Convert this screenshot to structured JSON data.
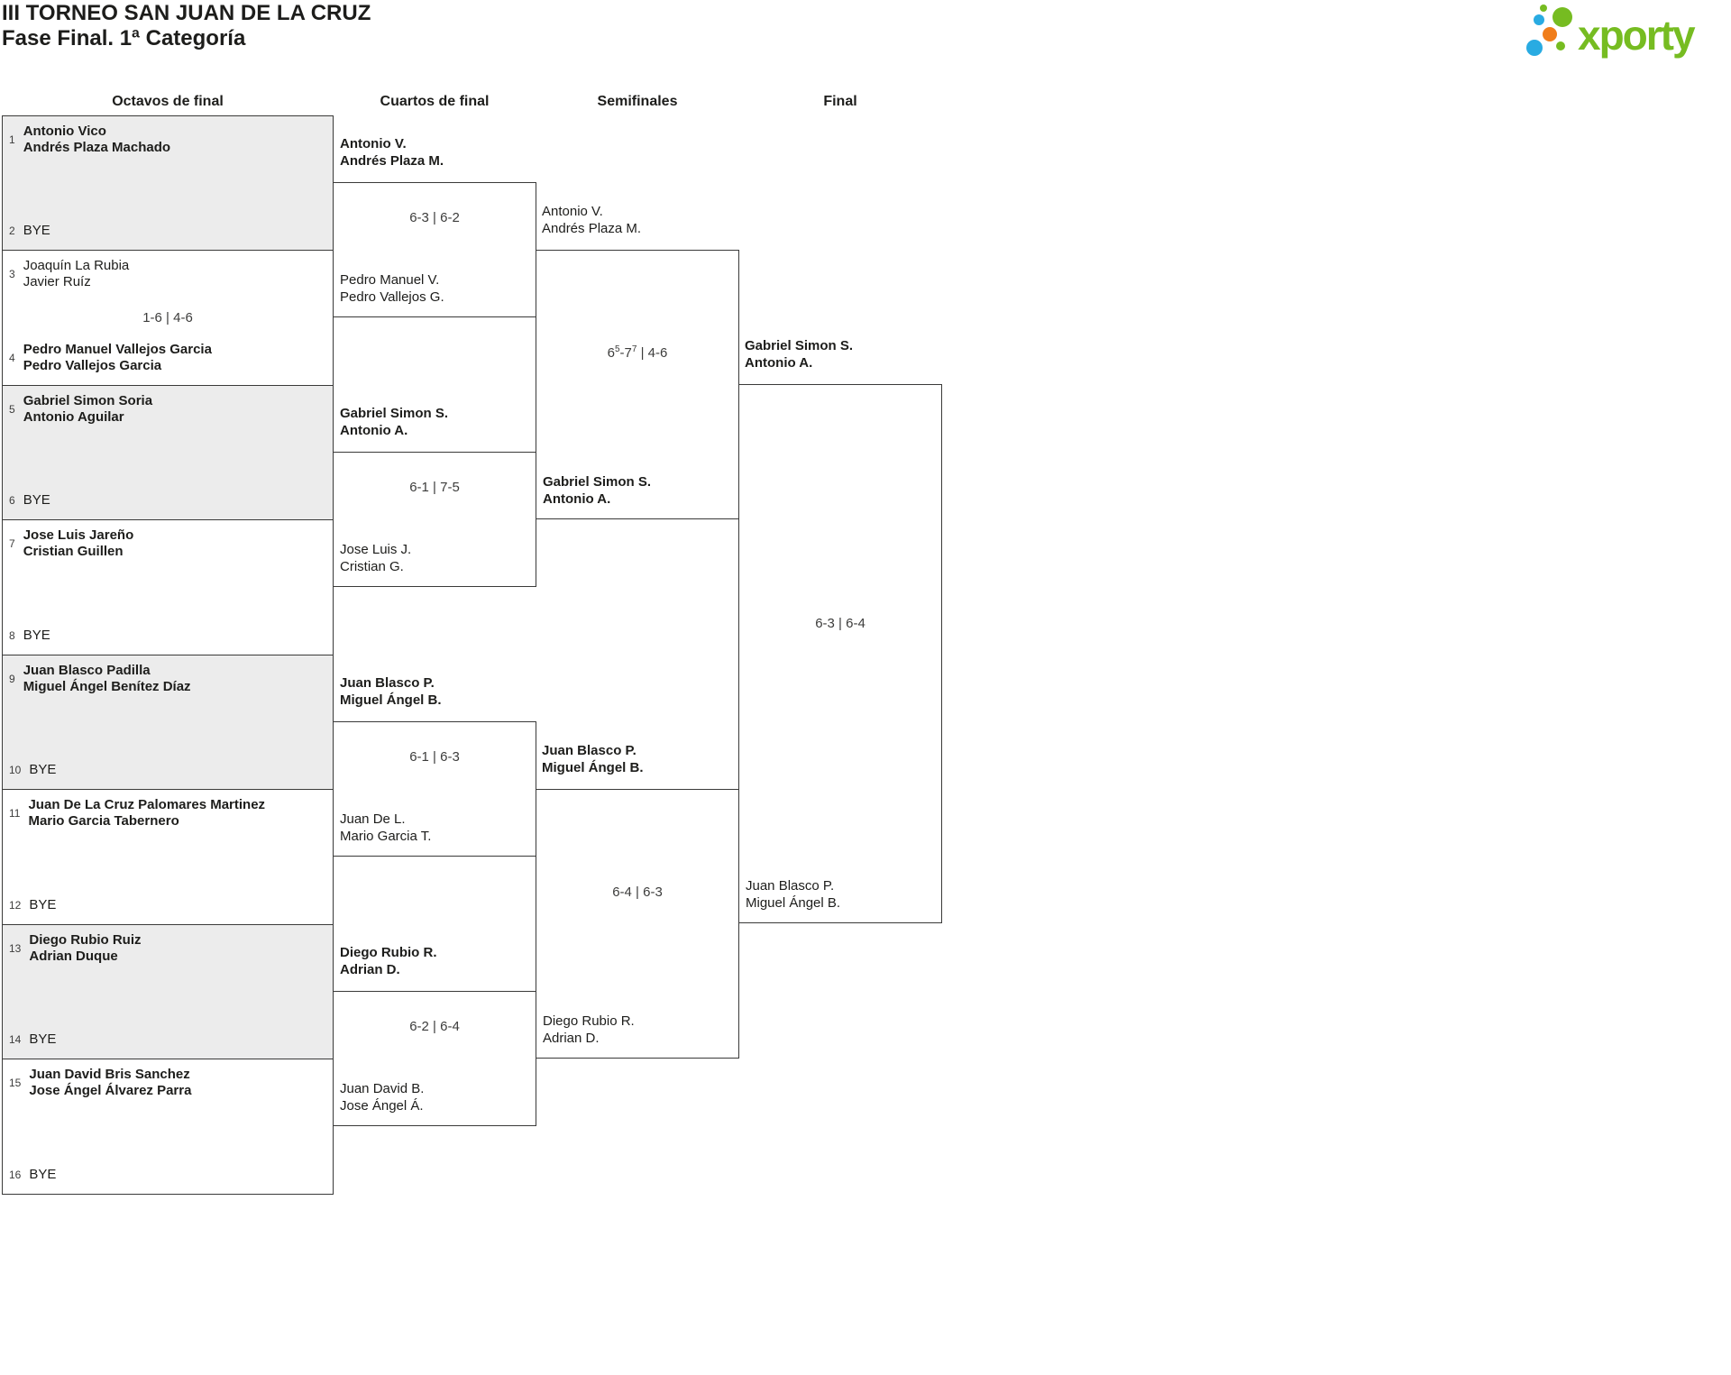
{
  "header": {
    "title": "III TORNEO SAN JUAN DE LA CRUZ",
    "subtitle": "Fase Final. 1ª Categoría"
  },
  "logo": {
    "text": "xporty",
    "colors": {
      "green": "#76bc21",
      "blue": "#29abe2",
      "orange": "#f07d1a"
    }
  },
  "rounds": {
    "r16": "Octavos de final",
    "qf": "Cuartos de final",
    "sf": "Semifinales",
    "f": "Final"
  },
  "r16": [
    {
      "seed_a": "1",
      "a1": "Antonio Vico",
      "a2": "Andrés Plaza Machado",
      "seed_b": "2",
      "b1": "BYE"
    },
    {
      "seed_a": "3",
      "a1": "Joaquín La Rubia",
      "a2": "Javier Ruíz",
      "score": "1-6 | 4-6",
      "seed_b": "4",
      "b1": "Pedro Manuel Vallejos Garcia",
      "b2": "Pedro Vallejos Garcia"
    },
    {
      "seed_a": "5",
      "a1": "Gabriel Simon Soria",
      "a2": "Antonio Aguilar",
      "seed_b": "6",
      "b1": "BYE"
    },
    {
      "seed_a": "7",
      "a1": "Jose Luis Jareño",
      "a2": "Cristian Guillen",
      "seed_b": "8",
      "b1": "BYE"
    },
    {
      "seed_a": "9",
      "a1": "Juan Blasco Padilla",
      "a2": "Miguel Ángel Benítez Díaz",
      "seed_b": "10",
      "b1": "BYE"
    },
    {
      "seed_a": "11",
      "a1": "Juan De La Cruz Palomares Martinez",
      "a2": "Mario Garcia Tabernero",
      "seed_b": "12",
      "b1": "BYE"
    },
    {
      "seed_a": "13",
      "a1": "Diego Rubio Ruiz",
      "a2": "Adrian Duque",
      "seed_b": "14",
      "b1": "BYE"
    },
    {
      "seed_a": "15",
      "a1": "Juan David Bris Sanchez",
      "a2": "Jose Ángel Álvarez Parra",
      "seed_b": "16",
      "b1": "BYE"
    }
  ],
  "qf": [
    {
      "w1": "Antonio V.",
      "w2": "Andrés Plaza M.",
      "score": "6-3 | 6-2",
      "l1": "Pedro Manuel V.",
      "l2": "Pedro Vallejos G."
    },
    {
      "w1": "Gabriel Simon S.",
      "w2": "Antonio A.",
      "score": "6-1 | 7-5",
      "l1": "Jose Luis J.",
      "l2": "Cristian G."
    },
    {
      "w1": "Juan Blasco P.",
      "w2": "Miguel Ángel B.",
      "score": "6-1 | 6-3",
      "l1": "Juan De L.",
      "l2": "Mario Garcia T."
    },
    {
      "w1": "Diego Rubio R.",
      "w2": "Adrian D.",
      "score": "6-2 | 6-4",
      "l1": "Juan David B.",
      "l2": "Jose Ángel Á."
    }
  ],
  "sf": [
    {
      "p1a": "Antonio V.",
      "p1b": "Andrés Plaza M.",
      "score": {
        "s1": "6",
        "s1_tb": "5",
        "s2": "-7",
        "s2_tb": "7",
        "rest": " | 4-6"
      },
      "p2a": "Gabriel Simon S.",
      "p2b": "Antonio A."
    },
    {
      "p1a": "Juan Blasco P.",
      "p1b": "Miguel Ángel B.",
      "score_text": "6-4 | 6-3",
      "p2a": "Diego Rubio R.",
      "p2b": "Adrian D."
    }
  ],
  "final": {
    "p1a": "Gabriel Simon S.",
    "p1b": "Antonio A.",
    "score": "6-3 | 6-4",
    "p2a": "Juan Blasco P.",
    "p2b": "Miguel Ángel B."
  }
}
